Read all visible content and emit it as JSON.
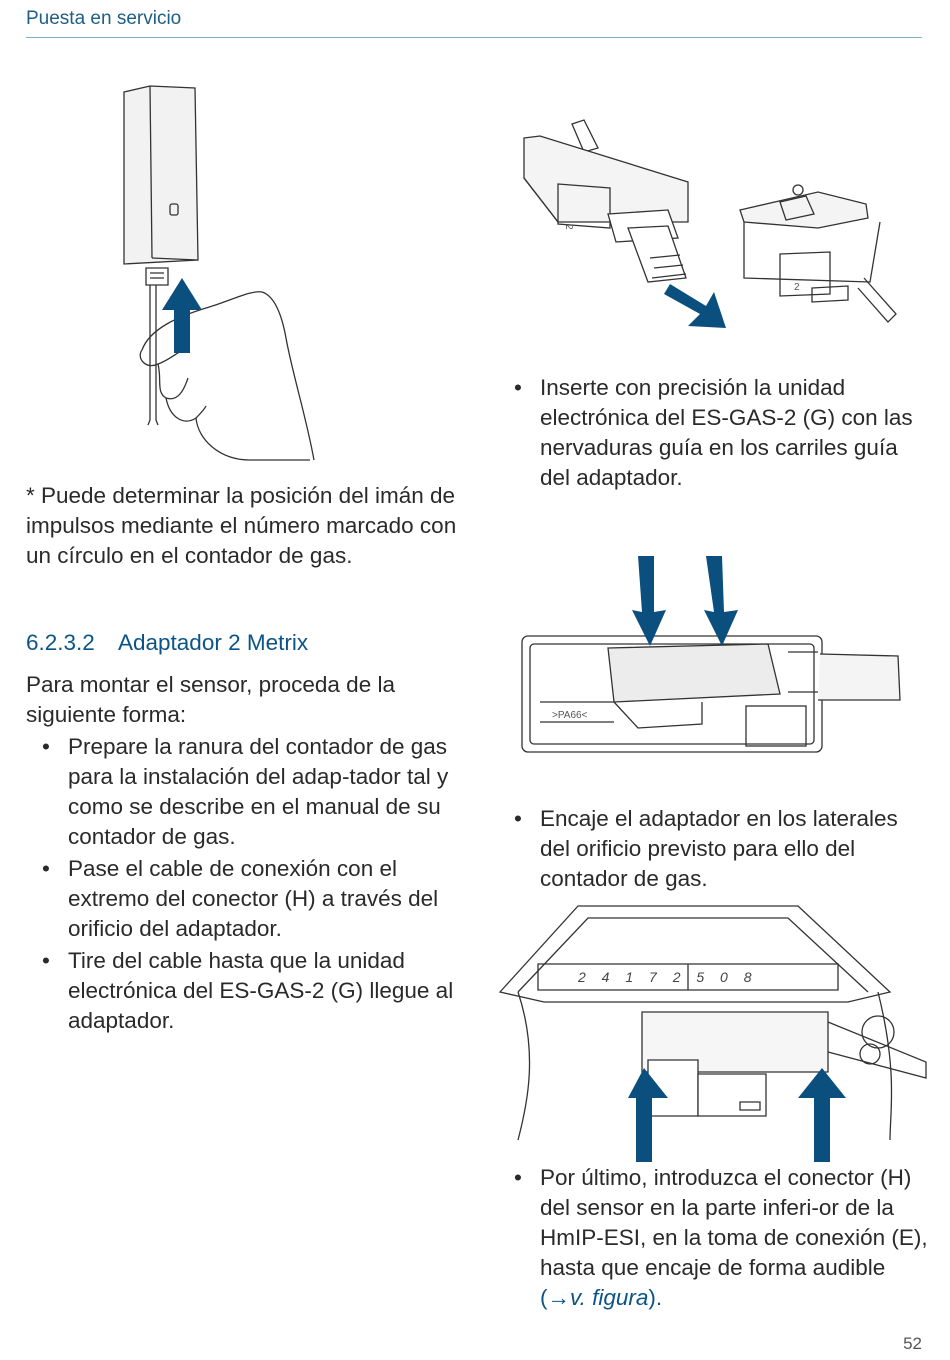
{
  "header": {
    "title": "Puesta en servicio"
  },
  "note": "* Puede determinar la posición del imán de impulsos mediante el número marcado con un círculo en el contador de gas.",
  "section": {
    "number": "6.2.3.2",
    "title": "Adaptador 2 Metrix"
  },
  "intro": "Para montar el sensor, proceda de la siguiente forma:",
  "left_list": [
    {
      "text": "Prepare la ranura del contador de gas para la instalación del adap-tador tal y como se describe en el manual de su contador de gas."
    },
    {
      "before": "Pase el cable de conexión con el extremo del conector ",
      "label": "(H)",
      "after": " a través del orificio del adaptador."
    },
    {
      "before": "Tire del cable hasta que la unidad electrónica del ES-GAS-2 ",
      "label": "(G)",
      "after": " llegue al adaptador."
    }
  ],
  "right_list_1": {
    "before": "Inserte con precisión la unidad electrónica del ES-GAS-2 ",
    "label": "(G)",
    "after": " con las nervaduras guía en los carriles guía del adaptador."
  },
  "right_list_2": {
    "text": "Encaje el adaptador en los laterales del orificio previsto para ello del contador de gas."
  },
  "right_list_3": {
    "p1": "Por último, introduzca el conector ",
    "l1": "(H)",
    "p2": " del sensor en la parte inferi-or de la HmIP-ESI, en la toma de conexión ",
    "l2": "(E)",
    "p3": ", hasta que encaje de forma audible ",
    "open": "(→",
    "ref": "v. figura",
    "close": ")."
  },
  "figures": {
    "meter_digits": "2 4 1 7 2 5 0 8",
    "adapter_marking": ">PA66<",
    "slot_number": "2"
  },
  "colors": {
    "accent": "#0c5486",
    "arrow": "#0b4f7f",
    "rule": "#7fb0cc"
  },
  "page_number": "52"
}
